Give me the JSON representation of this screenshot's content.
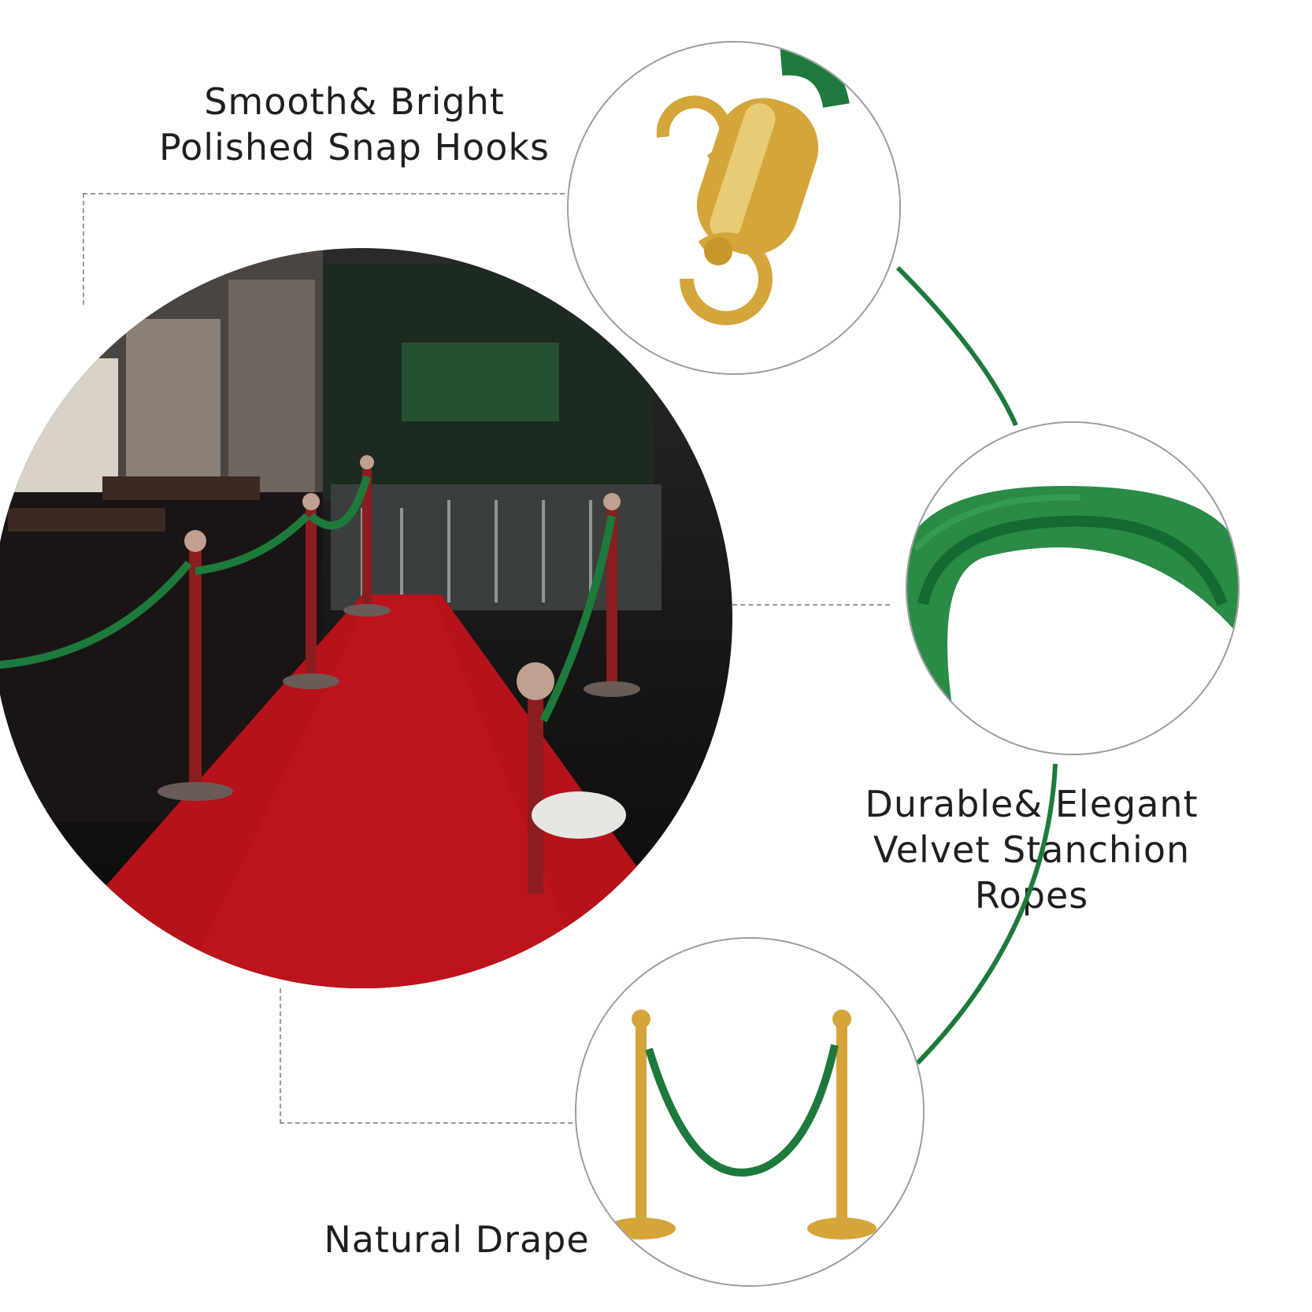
{
  "labels": {
    "snap_hooks_line1": "Smooth& Bright",
    "snap_hooks_line2": "Polished Snap Hooks",
    "ropes_line1": "Durable& Elegant",
    "ropes_line2": "Velvet Stanchion Ropes",
    "drape": "Natural Drape"
  },
  "colors": {
    "rope_green": "#1d7a3c",
    "carpet_red": "#b5121b",
    "gold": "#d4a53a"
  }
}
